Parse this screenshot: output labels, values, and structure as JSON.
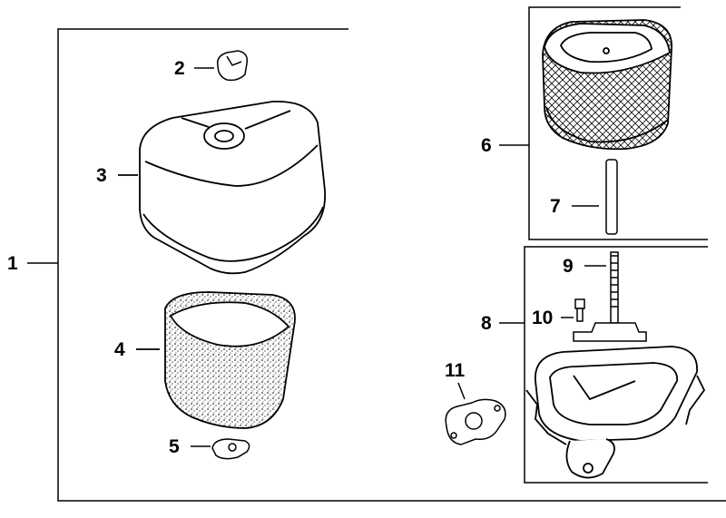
{
  "diagram": {
    "callouts": [
      {
        "id": "1",
        "label": "1",
        "part": "air-cleaner-assembly-bracket"
      },
      {
        "id": "2",
        "label": "2",
        "part": "wing-nut"
      },
      {
        "id": "3",
        "label": "3",
        "part": "cover"
      },
      {
        "id": "4",
        "label": "4",
        "part": "foam-precleaner"
      },
      {
        "id": "5",
        "label": "5",
        "part": "seal-nut"
      },
      {
        "id": "6",
        "label": "6",
        "part": "paper-element-bracket"
      },
      {
        "id": "7",
        "label": "7",
        "part": "stud"
      },
      {
        "id": "8",
        "label": "8",
        "part": "base-assembly-bracket"
      },
      {
        "id": "9",
        "label": "9",
        "part": "stud-bolt"
      },
      {
        "id": "10",
        "label": "10",
        "part": "screw"
      },
      {
        "id": "11",
        "label": "11",
        "part": "gasket"
      }
    ],
    "colors": {
      "ink": "#000000",
      "background": "#ffffff",
      "foam": "#d6d6d6",
      "pleat": "#cfcfcf"
    }
  }
}
